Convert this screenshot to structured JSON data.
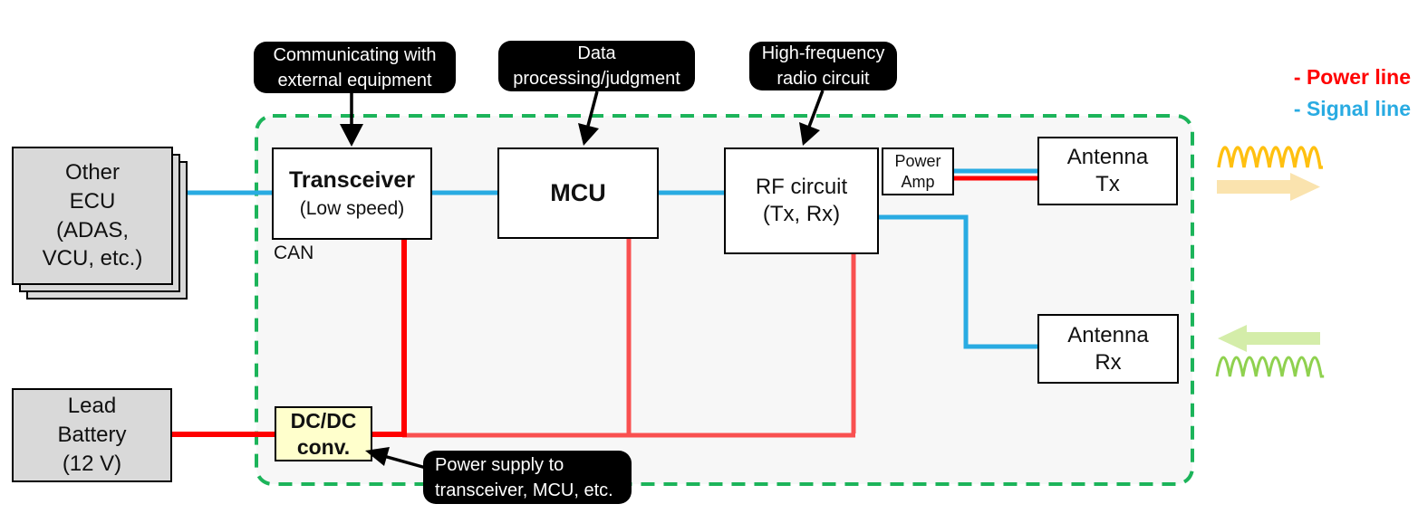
{
  "diagram": {
    "legend": {
      "power_label": "- Power line",
      "signal_label": "- Signal line"
    },
    "nodes": {
      "other_ecu": "Other\nECU\n(ADAS,\nVCU, etc.)",
      "lead_battery": "Lead\nBattery\n(12 V)",
      "transceiver_title": "Transceiver",
      "transceiver_subtitle": "(Low speed)",
      "can_label": "CAN",
      "mcu": "MCU",
      "rf_circuit": "RF circuit\n(Tx, Rx)",
      "power_amp": "Power\nAmp",
      "antenna_tx": "Antenna\nTx",
      "antenna_rx": "Antenna\nRx",
      "dcdc_converter": "DC/DC\nconv."
    },
    "callouts": {
      "transceiver": "Communicating with\nexternal equipment",
      "mcu": "Data\nprocessing/judgment",
      "rf": "High-frequency\nradio circuit",
      "dcdc": "Power supply to\ntransceiver, MCU, etc."
    },
    "colors": {
      "power_line": "#ff0000",
      "power_line_branch": "#f95050",
      "signal_line": "#29abe2",
      "enclosure_border": "#1cb45a",
      "enclosure_fill": "#f7f7f7",
      "ecu_fill": "#d9d9d9",
      "dcdc_fill": "#ffffcc",
      "callout_bg": "#000000",
      "tx_wave": "#ffc010",
      "tx_arrow": "#fae3ae",
      "rx_wave": "#8fd14f",
      "rx_arrow": "#d4eda9"
    }
  }
}
